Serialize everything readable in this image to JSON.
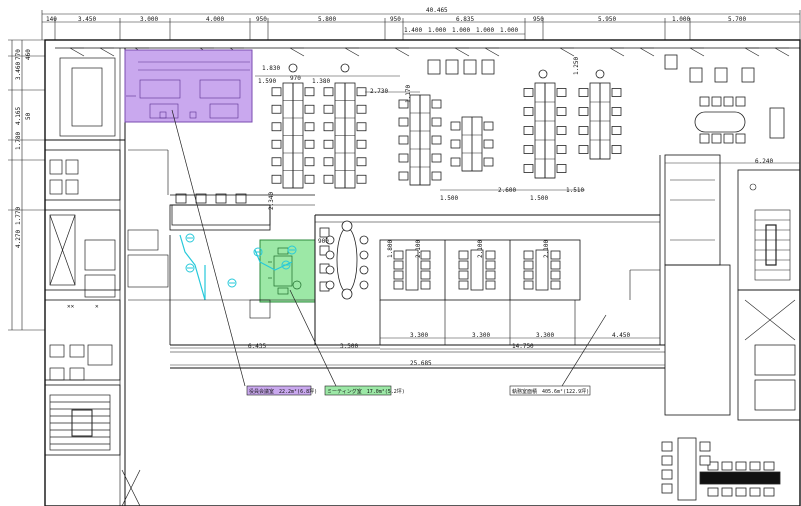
{
  "dimensions": {
    "top": {
      "total": "40.465",
      "segments": [
        "140",
        "3.450",
        "3.000",
        "4.000",
        "950",
        "5.800",
        "950",
        "6.835",
        "950",
        "5.950",
        "1.000",
        "5.700"
      ],
      "sub": [
        "1.400",
        "1.000",
        "1.000",
        "1.000",
        "1.000"
      ]
    },
    "left": [
      "770",
      "3.460",
      "4.165",
      "1.780",
      "1.770",
      "4.270"
    ],
    "left_small": [
      "460",
      "50"
    ],
    "interior": [
      "1.590",
      "970",
      "1.380",
      "1.830",
      "2.730",
      "1.170",
      "1.250",
      "2.600",
      "1.510",
      "1.500",
      "1.500",
      "6.240",
      "900",
      "2.100",
      "2.100",
      "1.800",
      "2.100",
      "3.300",
      "3.300",
      "3.300",
      "4.450",
      "14.750",
      "25.685",
      "6.435",
      "3.500"
    ],
    "mid_small": [
      "2.340"
    ]
  },
  "callouts": {
    "purple": "役員会議室　22.2m²(6.8坪)",
    "green": "ミーティング室　17.0m²(5.2坪)",
    "workspace": "執務室面積　405.6m²(122.9坪)"
  },
  "colors": {
    "purple_fill": "#c9a8ee",
    "purple_stroke": "#7a4bb0",
    "green_fill": "#9ce8a6",
    "green_stroke": "#2e8a3c",
    "cyan": "#26c9da",
    "callout_workspace": "#ffffff"
  }
}
